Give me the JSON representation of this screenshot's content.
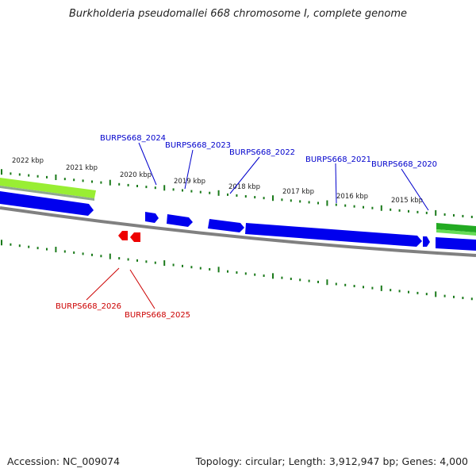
{
  "title": "Burkholderia pseudomallei 668 chromosome I, complete genome",
  "footer": {
    "accession": "Accession: NC_009074",
    "summary": "Topology: circular; Length: 3,912,947 bp; Genes: 4,000"
  },
  "colors": {
    "forward_gene": "#0000ee",
    "reverse_gene": "#ee0000",
    "forward_label": "#0000cc",
    "reverse_label": "#cc0000",
    "tick": "#1a7a1a",
    "backbone": "#808080",
    "feature_light_green": "#99ee33",
    "feature_green": "#33cc33"
  },
  "kbp_labels": [
    "2022 kbp",
    "2021 kbp",
    "2020 kbp",
    "2019 kbp",
    "2018 kbp",
    "2017 kbp",
    "2016 kbp",
    "2015 kbp"
  ],
  "forward_genes": [
    "BURPS668_2024",
    "BURPS668_2023",
    "BURPS668_2022",
    "BURPS668_2021",
    "BURPS668_2020"
  ],
  "reverse_genes": [
    "BURPS668_2026",
    "BURPS668_2025"
  ]
}
